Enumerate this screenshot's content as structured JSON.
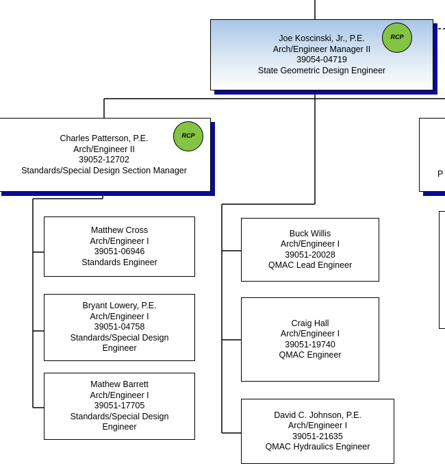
{
  "badge": "RCP",
  "top": {
    "name": "Joe Koscinski, Jr., P.E.",
    "title": "Arch/Engineer Manager II",
    "position": "39054-04719",
    "role": "State Geometric Design Engineer"
  },
  "section_manager": {
    "name": "Charles Patterson, P.E.",
    "title": "Arch/Engineer II",
    "position": "39052-12702",
    "role": "Standards/Special Design Section Manager"
  },
  "right_partial": {
    "fragment": "P"
  },
  "standards_staff": [
    {
      "name": "Matthew Cross",
      "title": "Arch/Engineer I",
      "position": "39051-06946",
      "role": "Standards Engineer"
    },
    {
      "name": "Bryant Lowery, P.E.",
      "title": "Arch/Engineer I",
      "position": "39051-04758",
      "role": "Standards/Special Design Engineer"
    },
    {
      "name": "Mathew Barrett",
      "title": "Arch/Engineer I",
      "position": "39051-17705",
      "role": "Standards/Special Design Engineer"
    }
  ],
  "qmac_staff": [
    {
      "name": "Buck Willis",
      "title": "Arch/Engineer I",
      "position": "39051-20028",
      "role": "QMAC Lead Engineer"
    },
    {
      "name": "Craig Hall",
      "title": "Arch/Engineer I",
      "position": "39051-19740",
      "role": "QMAC Engineer"
    },
    {
      "name": "David C. Johnson, P.E.",
      "title": "Arch/Engineer I",
      "position": "39051-21635",
      "role": "QMAC Hydraulics Engineer"
    }
  ]
}
